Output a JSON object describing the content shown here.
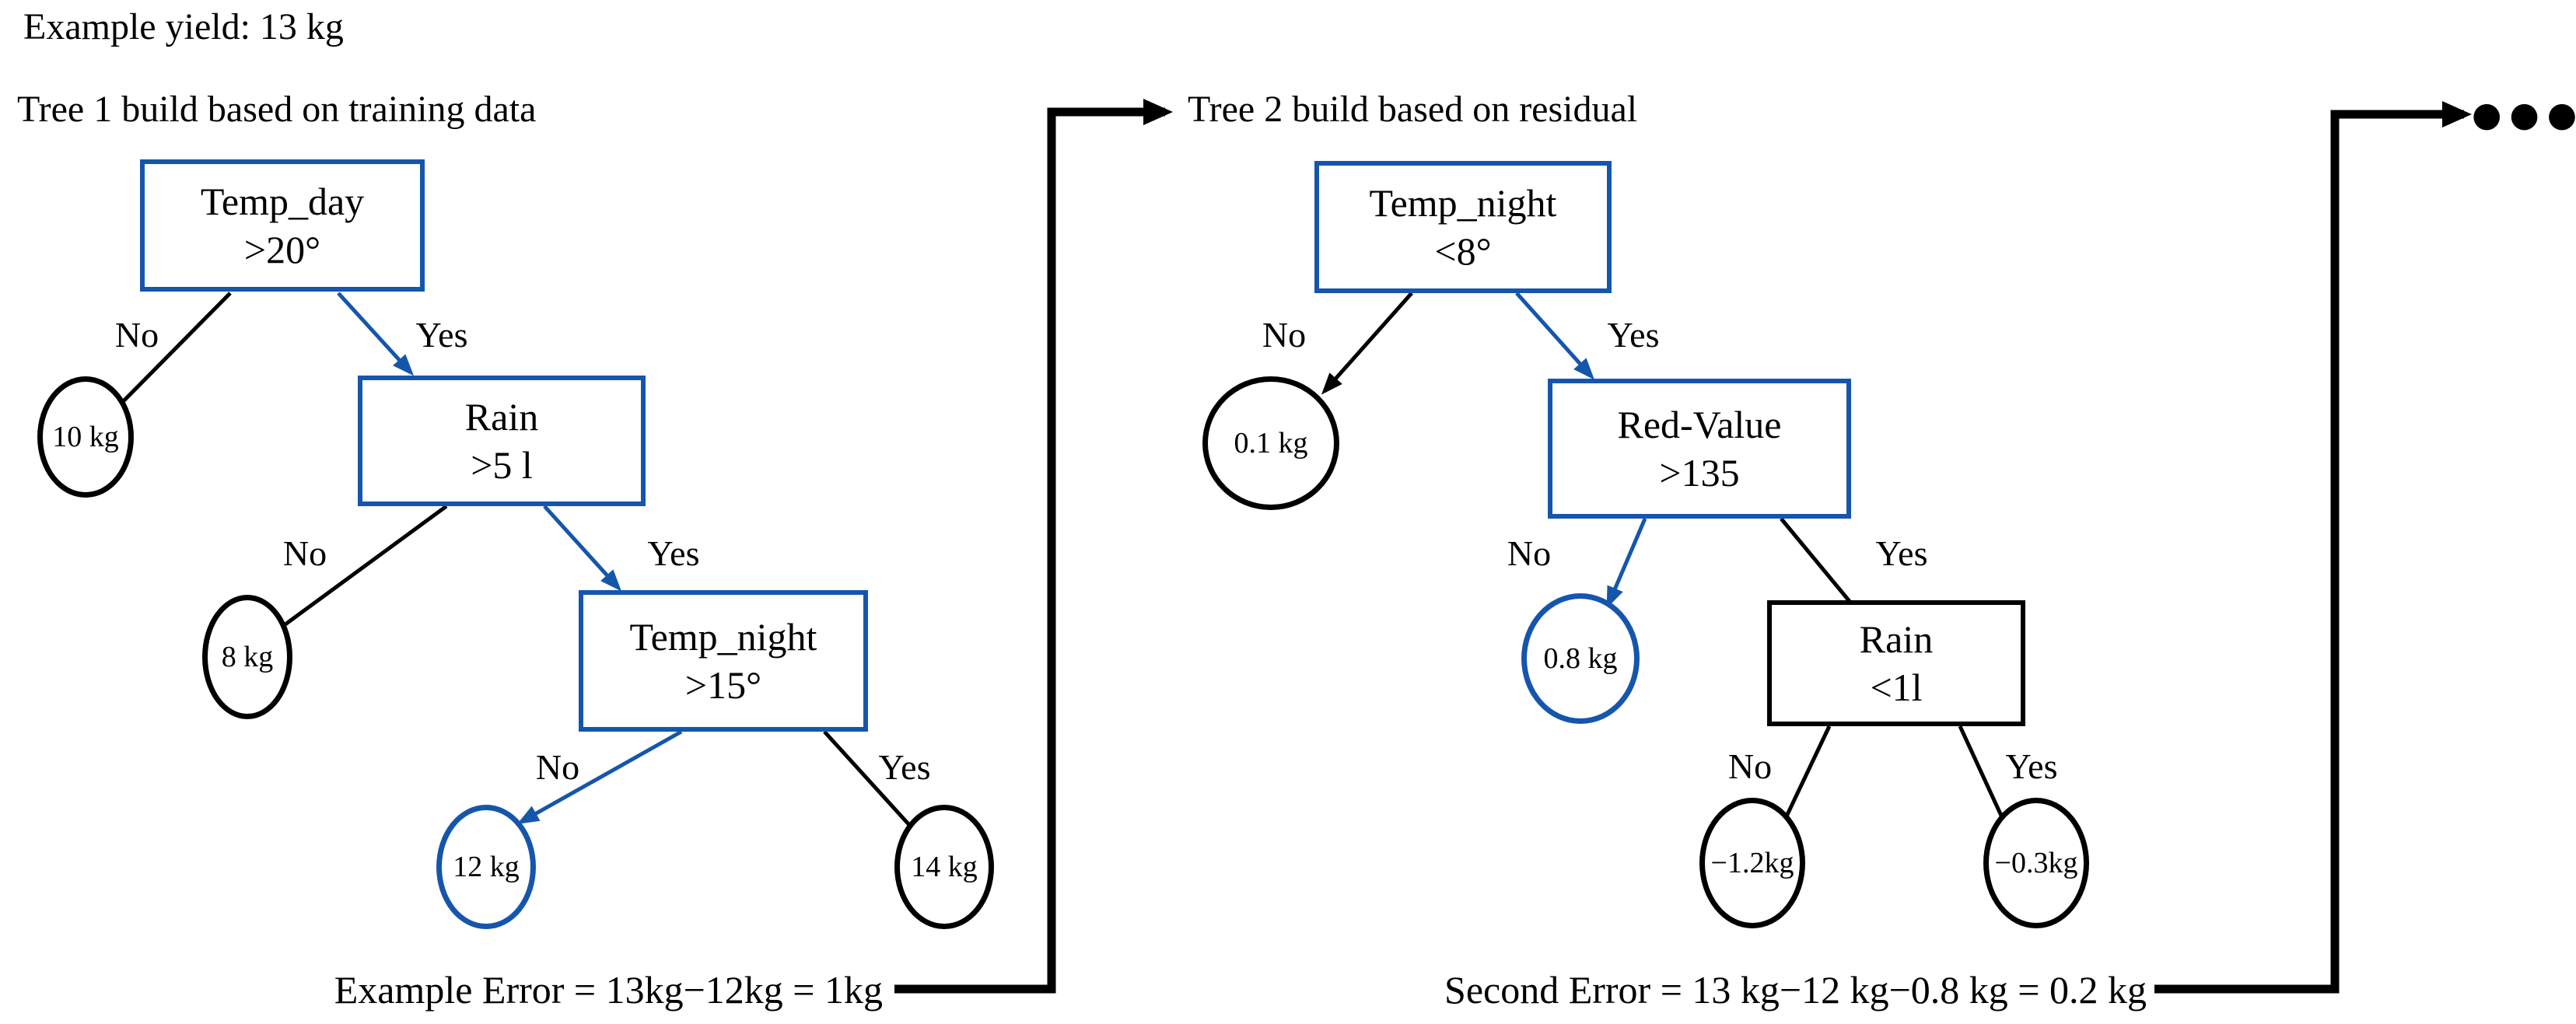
{
  "colors": {
    "accent_blue": "#1556AC",
    "line_black": "#000000",
    "background": "#FFFFFF"
  },
  "header": {
    "example_yield": "Example yield: 13 kg",
    "continuation_dots": "●●●"
  },
  "edge_labels": {
    "no": "No",
    "yes": "Yes"
  },
  "tree1": {
    "title": "Tree 1 build based on training data",
    "root": {
      "line1": "Temp_day",
      "line2": ">20°"
    },
    "node_rain": {
      "line1": "Rain",
      "line2": ">5 l"
    },
    "node_temp_night": {
      "line1": "Temp_night",
      "line2": ">15°"
    },
    "leaves": {
      "no_root": "10 kg",
      "no_rain": "8 kg",
      "no_temp_night": "12 kg",
      "yes_temp_night": "14 kg"
    },
    "error_text": "Example Error = 13kg−12kg = 1kg"
  },
  "tree2": {
    "title": "Tree 2 build based on residual",
    "root": {
      "line1": "Temp_night",
      "line2": "<8°"
    },
    "node_red_value": {
      "line1": "Red-Value",
      "line2": ">135"
    },
    "node_rain": {
      "line1": "Rain",
      "line2": "<1l"
    },
    "leaves": {
      "no_root": "0.1 kg",
      "no_red_value": "0.8 kg",
      "no_rain": "−1.2kg",
      "yes_rain": "−0.3kg"
    },
    "error_text": "Second Error = 13 kg−12 kg−0.8 kg = 0.2 kg"
  }
}
